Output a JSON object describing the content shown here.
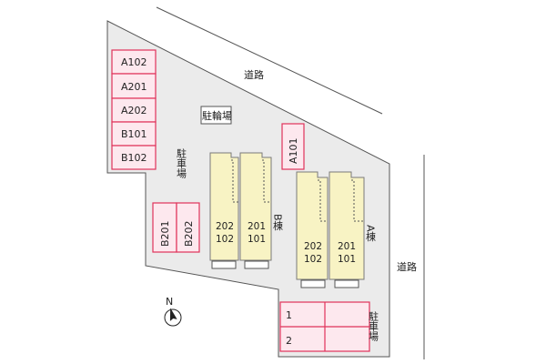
{
  "roads": {
    "top_label": "道路",
    "right_label": "道路"
  },
  "bicycle_parking": {
    "label": "駐輪場"
  },
  "parking_left": {
    "label": "駐車場",
    "slots": [
      "A102",
      "A201",
      "A202",
      "B101",
      "B102"
    ]
  },
  "parking_small": {
    "slots": [
      "B201",
      "B202"
    ]
  },
  "parking_a101": {
    "label": "A101"
  },
  "building_b": {
    "label": "B棟",
    "units": [
      {
        "upper": "202",
        "lower": "102"
      },
      {
        "upper": "201",
        "lower": "101"
      }
    ]
  },
  "building_a": {
    "label": "A棟",
    "units": [
      {
        "upper": "202",
        "lower": "102"
      },
      {
        "upper": "201",
        "lower": "101"
      }
    ]
  },
  "parking_bottom": {
    "label": "駐車場",
    "rows": [
      "1",
      "2"
    ]
  },
  "compass": {
    "label": "N"
  },
  "colors": {
    "lot": "#ebebeb",
    "parking_fill": "#fde8ee",
    "parking_stroke": "#e0325a",
    "building_fill": "#f8f3c4",
    "building_stroke": "#7a7a7a"
  }
}
